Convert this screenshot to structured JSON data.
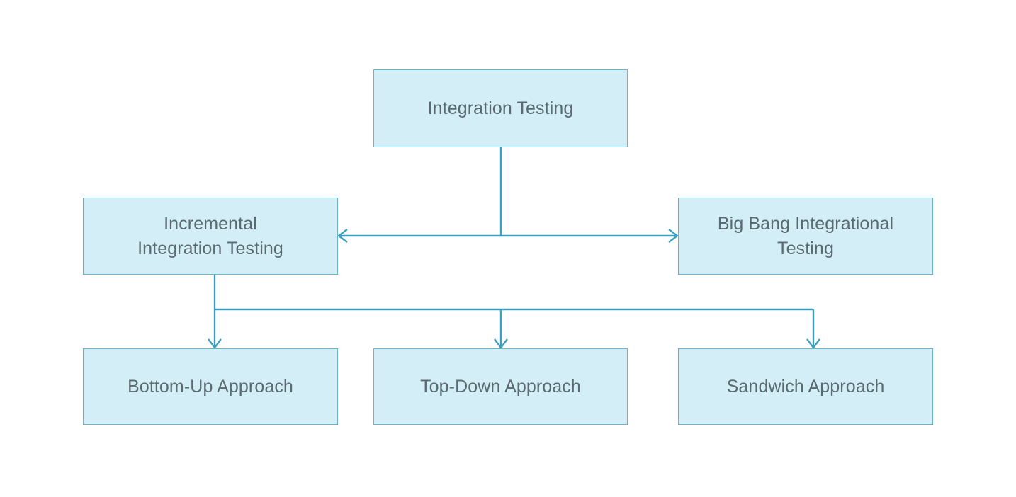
{
  "diagram": {
    "title": "Integration Testing types hierarchy",
    "background_color": "#ffffff",
    "box_fill_color": "#d4eef7",
    "box_border_color": "#6ab6c8",
    "text_color": "#5a6a72",
    "connector_color": "#3d9fc0",
    "levels": {
      "root": {
        "id": "integration-testing",
        "label": "Integration Testing"
      },
      "branches": [
        {
          "id": "incremental-integration-testing",
          "label": "Incremental\nIntegration Testing"
        },
        {
          "id": "big-bang-integrational-testing",
          "label": "Big Bang Integrational\nTesting"
        }
      ],
      "approaches": [
        {
          "id": "bottom-up-approach",
          "label": "Bottom-Up Approach"
        },
        {
          "id": "top-down-approach",
          "label": "Top-Down Approach"
        },
        {
          "id": "sandwich-approach",
          "label": "Sandwich Approach"
        }
      ]
    },
    "connectors": [
      {
        "id": "root-to-branch-bus",
        "from": "integration-testing",
        "to": [
          "incremental-integration-testing",
          "big-bang-integrational-testing"
        ],
        "arrowheads": "both-ends"
      },
      {
        "id": "incremental-to-approaches-bus",
        "from": "incremental-integration-testing",
        "to": [
          "bottom-up-approach",
          "top-down-approach",
          "sandwich-approach"
        ],
        "arrowheads": "down-each-child"
      }
    ]
  }
}
